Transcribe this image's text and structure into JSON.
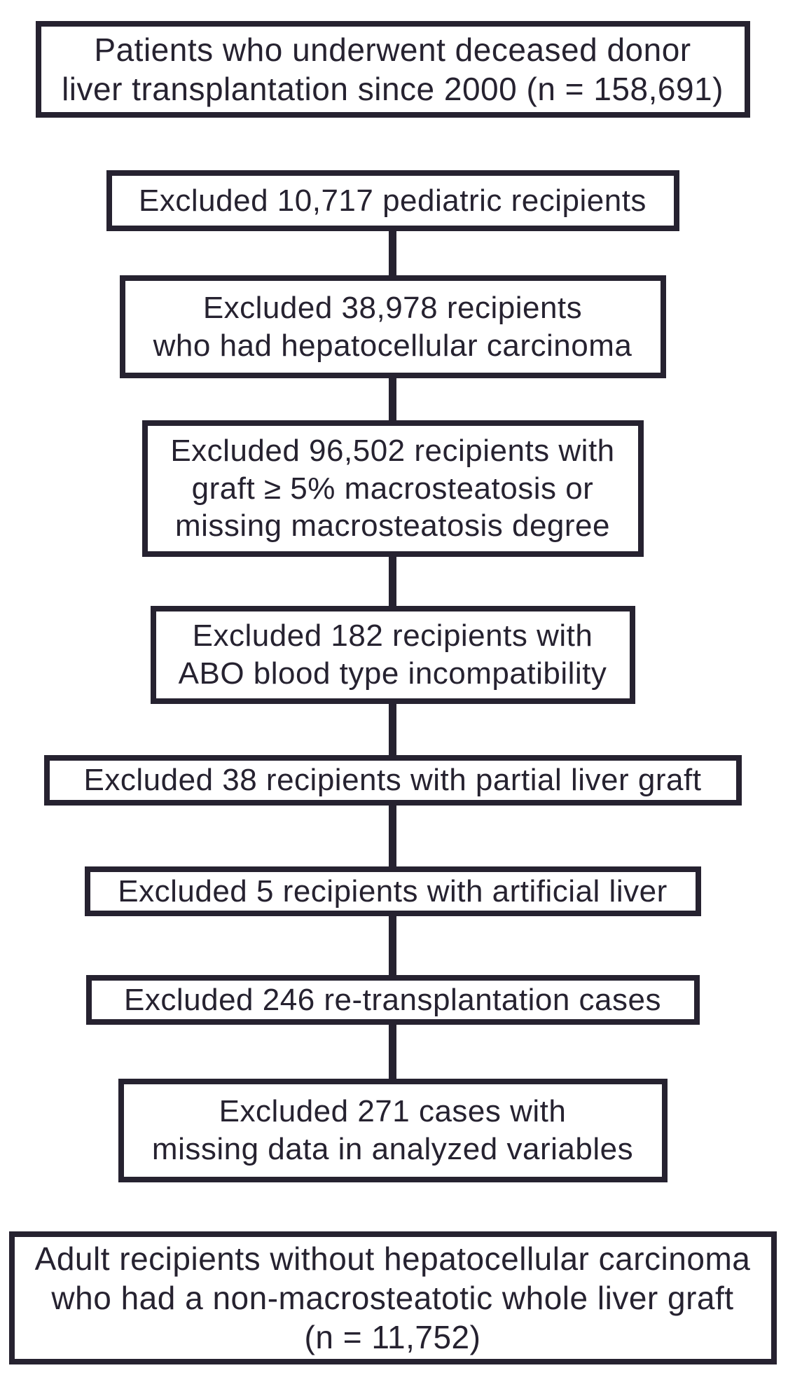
{
  "figure": {
    "type": "flowchart",
    "title": "Patient selection flow for deceased donor liver transplantation cohort",
    "ink_color": "#262230",
    "background_color": "#ffffff"
  },
  "boxes": [
    {
      "id": "start",
      "text": "Patients who underwent deceased donor\nliver transplantation since 2000 (n = 158,691)"
    },
    {
      "id": "exclusion-pediatric",
      "text": "Excluded 10,717 pediatric recipients"
    },
    {
      "id": "exclusion-hcc",
      "text": "Excluded 38,978 recipients\nwho had hepatocellular carcinoma"
    },
    {
      "id": "exclusion-macrosteatosis",
      "text": "Excluded 96,502 recipients with\ngraft ≥ 5% macrosteatosis or\nmissing macrosteatosis degree"
    },
    {
      "id": "exclusion-abo-incompatibility",
      "text": "Excluded 182 recipients with\nABO blood type incompatibility"
    },
    {
      "id": "exclusion-partial-graft",
      "text": "Excluded 38 recipients with partial liver graft"
    },
    {
      "id": "exclusion-artificial-liver",
      "text": "Excluded 5 recipients with artificial liver"
    },
    {
      "id": "exclusion-retransplantation",
      "text": "Excluded 246 re-transplantation cases"
    },
    {
      "id": "exclusion-missing-data",
      "text": "Excluded 271 cases with\nmissing data in analyzed variables"
    },
    {
      "id": "final-cohort",
      "text": "Adult recipients without hepatocellular carcinoma\nwho had a non-macrosteatotic whole liver graft\n(n = 11,752)"
    }
  ]
}
